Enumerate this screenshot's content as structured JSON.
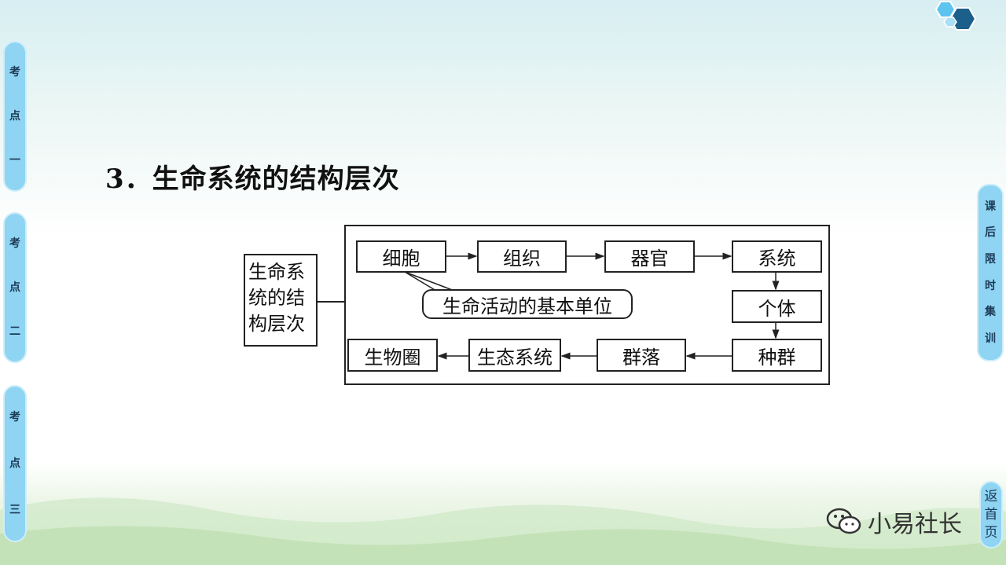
{
  "nav": {
    "tab1": [
      "考",
      "点",
      "一"
    ],
    "tab2": [
      "考",
      "点",
      "二"
    ],
    "tab3": [
      "考",
      "点",
      "三"
    ],
    "right_tab": [
      "课",
      "后",
      "限",
      "时",
      "集",
      "训"
    ],
    "home": [
      "返",
      "首",
      "页"
    ]
  },
  "title": "3．生命系统的结构层次",
  "diagram": {
    "left_label": [
      "生命系",
      "统的结",
      "构层次"
    ],
    "row1": [
      "细胞",
      "组织",
      "器官",
      "系统"
    ],
    "individual": "个体",
    "row3": [
      "生物圈",
      "生态系统",
      "群落",
      "种群"
    ],
    "callout": "生命活动的基本单位"
  },
  "watermark": "小易社长",
  "colors": {
    "tab": "#8fd4f2",
    "hex_dark": "#1b5f8a",
    "hex_light": "#5cc4ee"
  }
}
